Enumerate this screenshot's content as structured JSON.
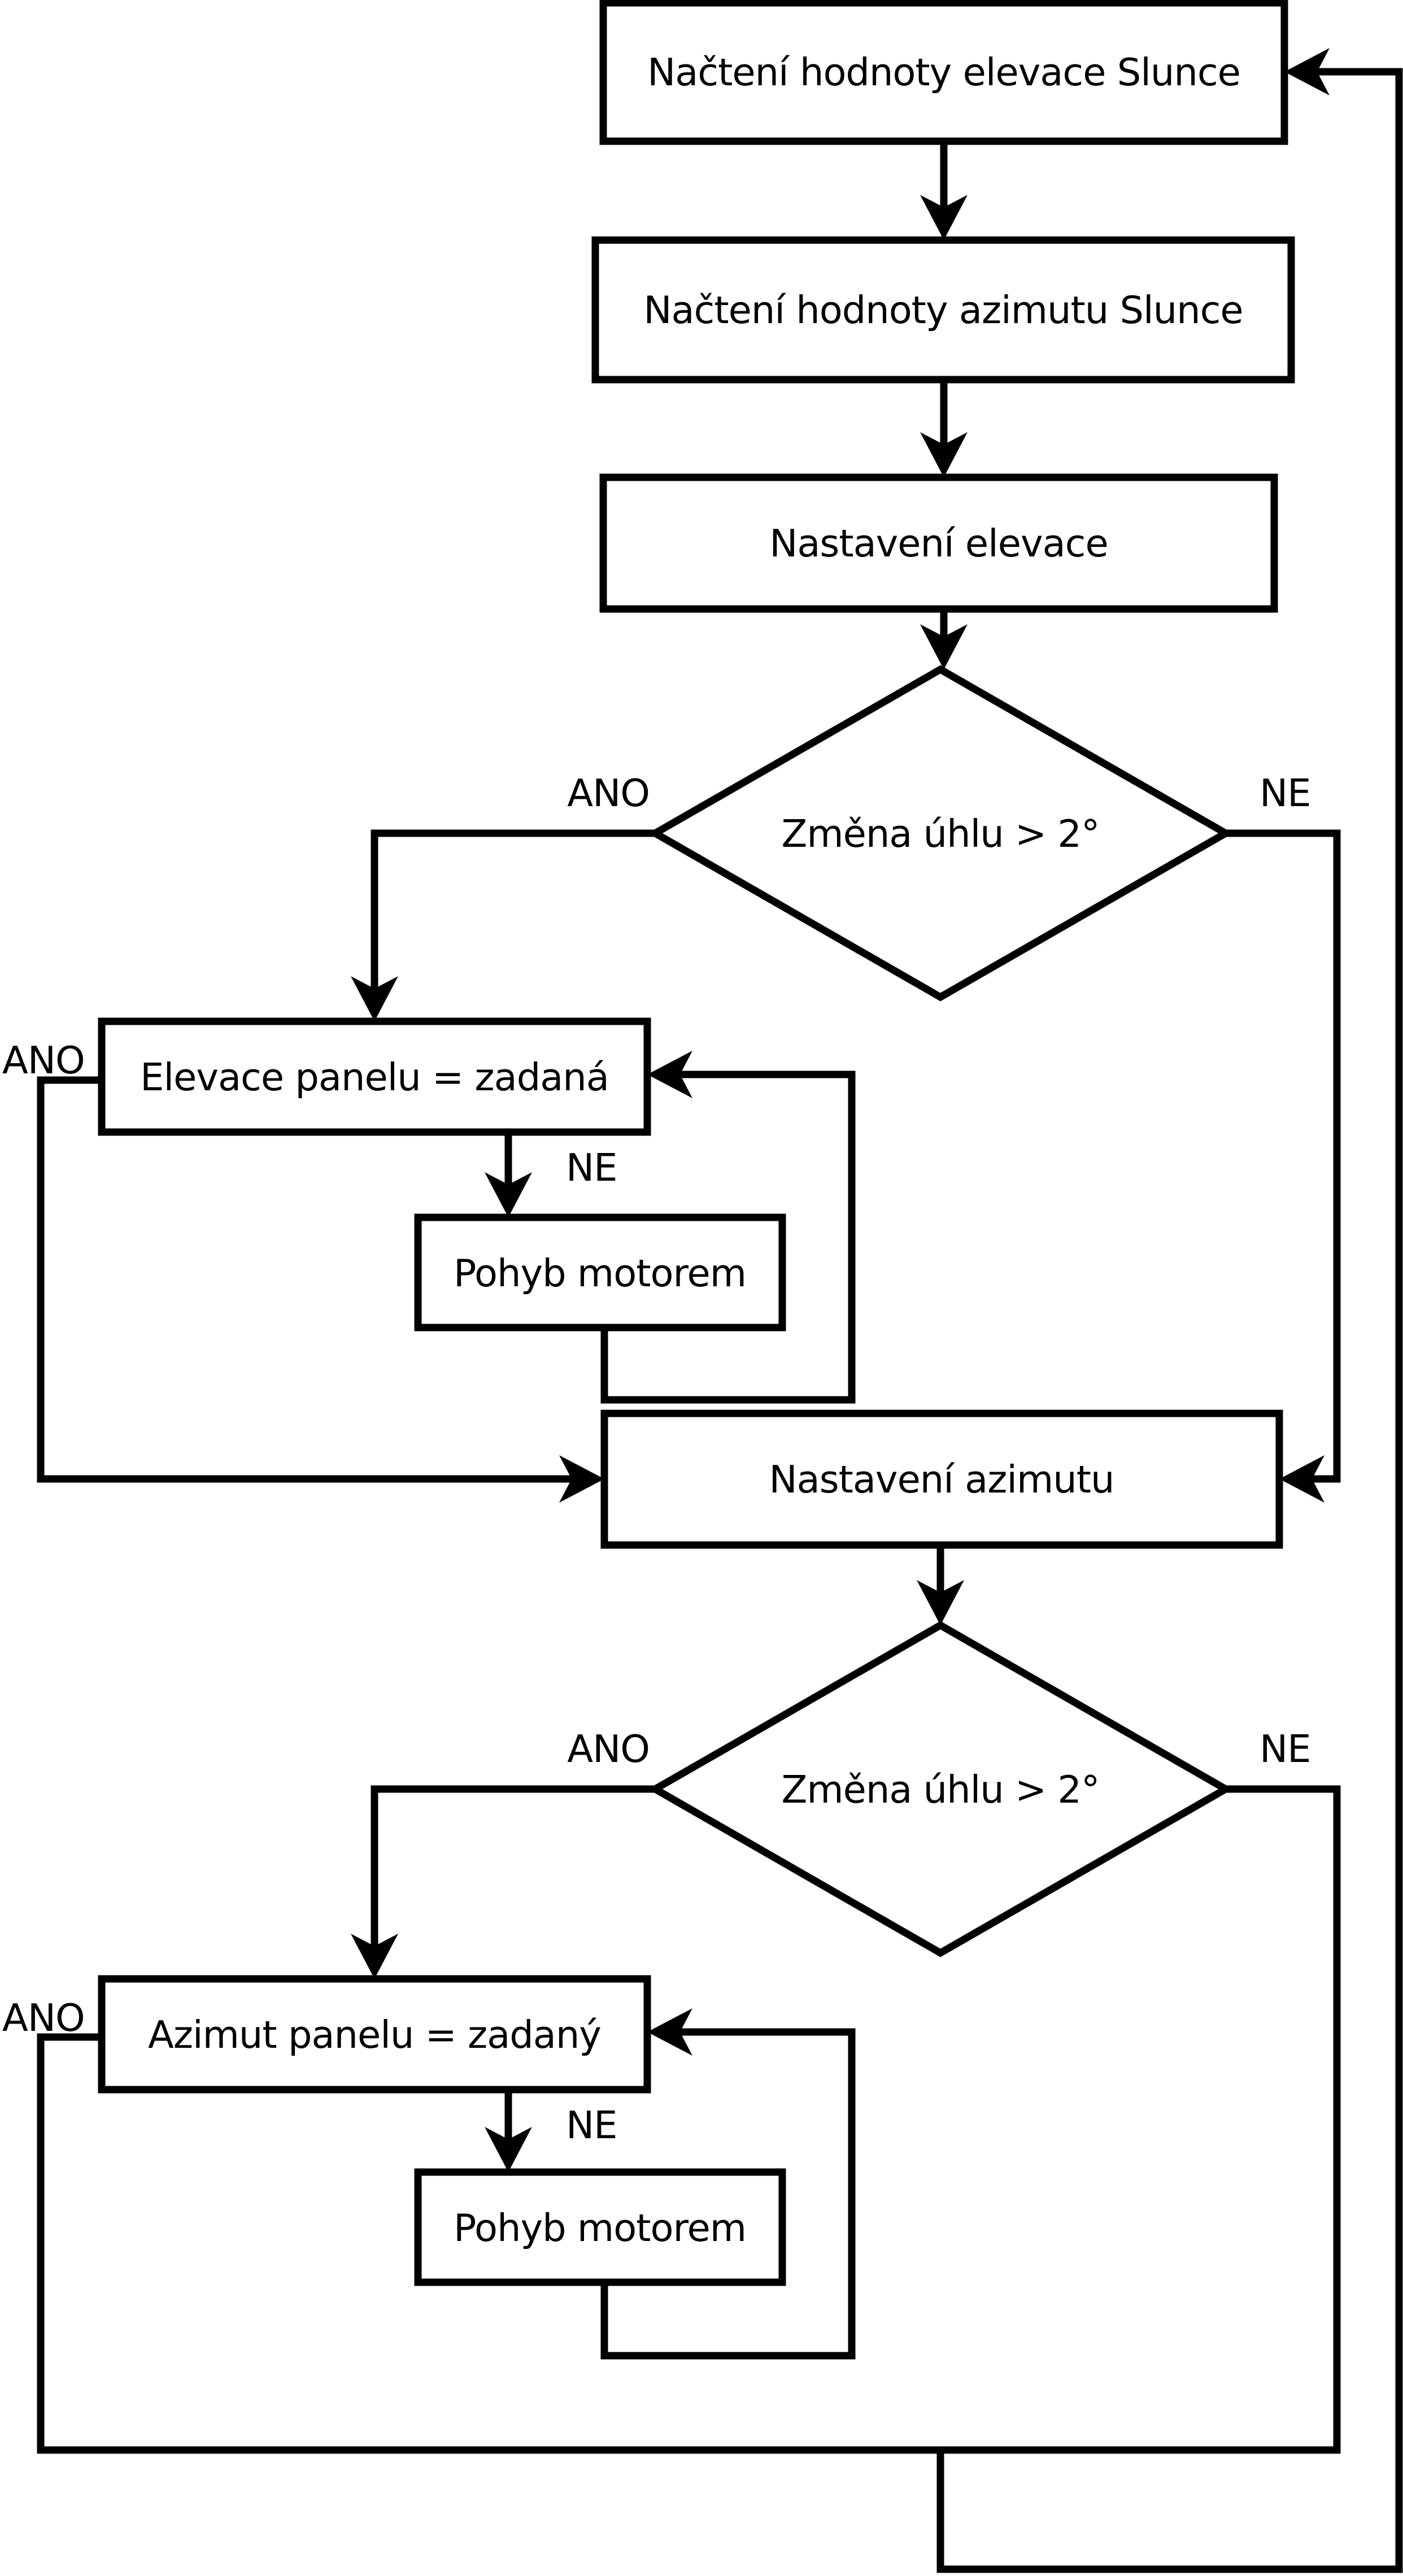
{
  "diagram": {
    "kind": "flowchart",
    "language": "cs",
    "colors": {
      "background": "#ffffff",
      "node_fill": "#ffffff",
      "line": "#000000",
      "text": "#000000"
    },
    "nodes": [
      {
        "id": "load-elevation",
        "type": "process",
        "label": "Načtení hodnoty elevace Slunce"
      },
      {
        "id": "load-azimuth",
        "type": "process",
        "label": "Načtení hodnoty azimutu Slunce"
      },
      {
        "id": "set-elevation",
        "type": "process",
        "label": "Nastavení elevace"
      },
      {
        "id": "elevation-angle-decision",
        "type": "decision",
        "label": "Změna úhlu > 2°"
      },
      {
        "id": "elevation-equals-target",
        "type": "process",
        "label": "Elevace panelu = zadaná"
      },
      {
        "id": "elevation-motor-move",
        "type": "process",
        "label": "Pohyb motorem"
      },
      {
        "id": "set-azimuth",
        "type": "process",
        "label": "Nastavení azimutu"
      },
      {
        "id": "azimuth-angle-decision",
        "type": "decision",
        "label": "Změna úhlu > 2°"
      },
      {
        "id": "azimuth-equals-target",
        "type": "process",
        "label": "Azimut panelu = zadaný"
      },
      {
        "id": "azimuth-motor-move",
        "type": "process",
        "label": "Pohyb motorem"
      }
    ],
    "edge_labels": [
      {
        "id": "elevation-decision-yes",
        "label": "ANO"
      },
      {
        "id": "elevation-decision-no",
        "label": "NE"
      },
      {
        "id": "elevation-equals-yes",
        "label": "ANO"
      },
      {
        "id": "elevation-equals-no",
        "label": "NE"
      },
      {
        "id": "azimuth-decision-yes",
        "label": "ANO"
      },
      {
        "id": "azimuth-decision-no",
        "label": "NE"
      },
      {
        "id": "azimuth-equals-yes",
        "label": "ANO"
      },
      {
        "id": "azimuth-equals-no",
        "label": "NE"
      }
    ]
  }
}
